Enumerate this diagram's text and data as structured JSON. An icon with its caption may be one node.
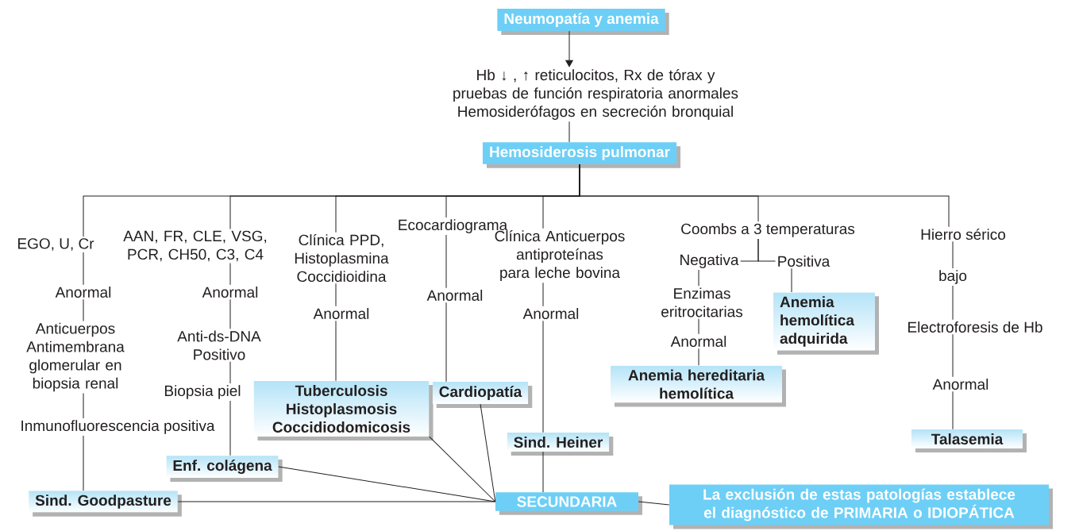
{
  "diagram": {
    "nodes": [
      {
        "text": [
          "Neumopatía y anemia"
        ]
      },
      {
        "text": [
          "Hb ↓ , ↑ reticulocitos, Rx de tórax y pruebas de función respiratoria anormales Hemosiderófagos en secreción bronquial"
        ]
      },
      {
        "text": [
          "Hemosiderosis pulmonar"
        ]
      },
      {
        "text": [
          "EGO, U, Cr"
        ]
      },
      {
        "text": [
          "Anormal"
        ]
      },
      {
        "text": [
          "Anticuerpos Antimembrana glomerular en biopsia renal"
        ]
      },
      {
        "text": [
          "Inmunofluorescencia positiva"
        ]
      },
      {
        "text": [
          "Sind. Goodpasture"
        ]
      },
      {
        "text": [
          "AAN, FR, CLE, VSG, PCR, CH50, C3, C4"
        ]
      },
      {
        "text": [
          "Anormal"
        ]
      },
      {
        "text": [
          "Anti-ds-DNA Positivo"
        ]
      },
      {
        "text": [
          "Biopsia piel"
        ]
      },
      {
        "text": [
          "Enf. colágena"
        ]
      },
      {
        "text": [
          "Clínica PPD, Histoplasmina Coccidioidina"
        ]
      },
      {
        "text": [
          "Anormal"
        ]
      },
      {
        "text": [
          "Tuberculosis Histoplasmosis Coccidiodomicosis"
        ]
      },
      {
        "text": [
          "Ecocardiograma"
        ]
      },
      {
        "text": [
          "Anormal"
        ]
      },
      {
        "text": [
          "Cardiopatía"
        ]
      },
      {
        "text": [
          "Clínica Anticuerpos antiproteínas para leche bovina"
        ]
      },
      {
        "text": [
          "Anormal"
        ]
      },
      {
        "text": [
          "Sind. Heiner"
        ]
      },
      {
        "text": [
          "SECUNDARIA"
        ]
      },
      {
        "text": [
          "Coombs a 3 temperaturas"
        ]
      },
      {
        "text": [
          "Negativa"
        ]
      },
      {
        "text": [
          "Positiva"
        ]
      },
      {
        "text": [
          "Enzimas eritrocitarias"
        ]
      },
      {
        "text": [
          "Anormal"
        ]
      },
      {
        "text": [
          "Anemia hereditaria hemolítica"
        ]
      },
      {
        "text": [
          "Anemia hemolítica adquirida"
        ]
      },
      {
        "text": [
          "Hierro sérico"
        ]
      },
      {
        "text": [
          "bajo"
        ]
      },
      {
        "text": [
          "Electroforesis de Hb"
        ]
      },
      {
        "text": [
          "Anormal"
        ]
      },
      {
        "text": [
          "Talasemia"
        ]
      },
      {
        "text": [
          "La exclusión de estas patologías establece el diagnóstico de PRIMARIA o IDIOPÁTICA"
        ]
      }
    ],
    "edges": [
      {
        "from": 0,
        "to": 1,
        "arrow": "to"
      },
      {
        "from": 1,
        "to": 2,
        "arrow": "none"
      },
      {
        "from": 2,
        "to": 3,
        "arrow": "none"
      },
      {
        "from": 2,
        "to": 8,
        "arrow": "none"
      },
      {
        "from": 2,
        "to": 13,
        "arrow": "none"
      },
      {
        "from": 2,
        "to": 16,
        "arrow": "none"
      },
      {
        "from": 2,
        "to": 19,
        "arrow": "none"
      },
      {
        "from": 2,
        "to": 23,
        "arrow": "none"
      },
      {
        "from": 2,
        "to": 30,
        "arrow": "none"
      },
      {
        "from": 3,
        "to": 4,
        "arrow": "none"
      },
      {
        "from": 4,
        "to": 5,
        "arrow": "none"
      },
      {
        "from": 5,
        "to": 6,
        "arrow": "none"
      },
      {
        "from": 6,
        "to": 7,
        "arrow": "none"
      },
      {
        "from": 8,
        "to": 9,
        "arrow": "none"
      },
      {
        "from": 9,
        "to": 10,
        "arrow": "none"
      },
      {
        "from": 10,
        "to": 11,
        "arrow": "none"
      },
      {
        "from": 11,
        "to": 12,
        "arrow": "none"
      },
      {
        "from": 13,
        "to": 14,
        "arrow": "none"
      },
      {
        "from": 14,
        "to": 15,
        "arrow": "none"
      },
      {
        "from": 16,
        "to": 17,
        "arrow": "none"
      },
      {
        "from": 17,
        "to": 18,
        "arrow": "none"
      },
      {
        "from": 19,
        "to": 20,
        "arrow": "none"
      },
      {
        "from": 20,
        "to": 21,
        "arrow": "none"
      },
      {
        "from": 21,
        "to": 22,
        "arrow": "none"
      },
      {
        "from": 23,
        "to": 24,
        "arrow": "none"
      },
      {
        "from": 23,
        "to": 25,
        "arrow": "none"
      },
      {
        "from": 24,
        "to": 26,
        "arrow": "none"
      },
      {
        "from": 26,
        "to": 27,
        "arrow": "none"
      },
      {
        "from": 27,
        "to": 28,
        "arrow": "none"
      },
      {
        "from": 25,
        "to": 29,
        "arrow": "none"
      },
      {
        "from": 30,
        "to": 31,
        "arrow": "none"
      },
      {
        "from": 31,
        "to": 32,
        "arrow": "none"
      },
      {
        "from": 32,
        "to": 33,
        "arrow": "none"
      },
      {
        "from": 33,
        "to": 34,
        "arrow": "none"
      },
      {
        "from": 7,
        "to": 22,
        "arrow": "none"
      },
      {
        "from": 12,
        "to": 22,
        "arrow": "none"
      },
      {
        "from": 15,
        "to": 22,
        "arrow": "none"
      },
      {
        "from": 18,
        "to": 22,
        "arrow": "none"
      },
      {
        "from": 22,
        "to": 35,
        "arrow": "none"
      }
    ]
  }
}
